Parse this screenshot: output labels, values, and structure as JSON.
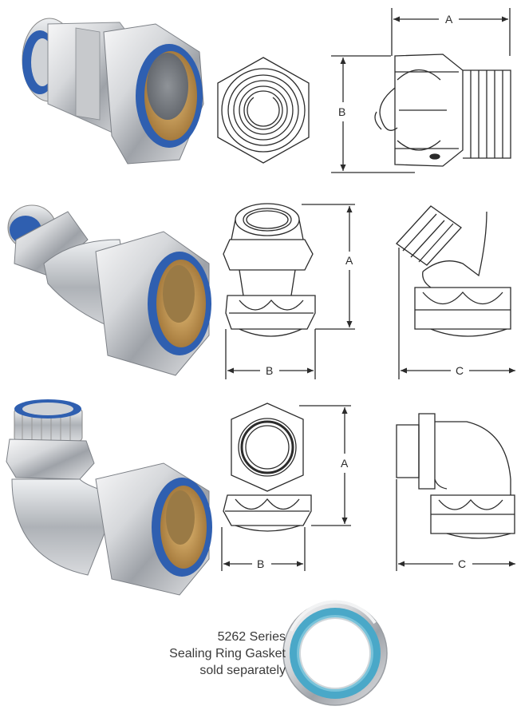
{
  "dimension_labels": {
    "straight_top_a": "A",
    "straight_side_b": "B",
    "elbow45_a": "A",
    "elbow45_b": "B",
    "elbow45_c": "C",
    "elbow90_a": "A",
    "elbow90_b": "B",
    "elbow90_c": "C"
  },
  "caption": {
    "line1": "5262 Series",
    "line2": "Sealing Ring Gasket",
    "line3": "sold separately"
  },
  "colors": {
    "metal_light": "#e9eaec",
    "metal_mid": "#b9bcc1",
    "metal_dark": "#7d8187",
    "seal_blue": "#2f5fb0",
    "gasket_blue": "#4aa8c8",
    "brass": "#c89a55",
    "line": "#2b2b2b"
  },
  "icons": [
    "straight-connector-photo",
    "45-degree-connector-photo",
    "90-degree-connector-photo",
    "sealing-ring-gasket-photo"
  ]
}
